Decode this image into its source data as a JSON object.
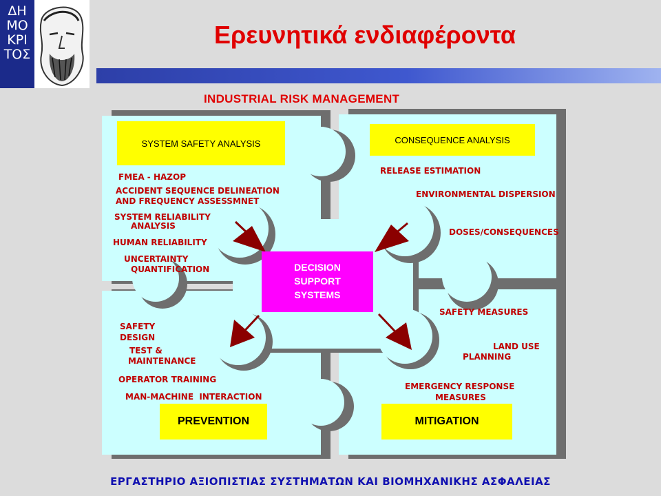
{
  "header": {
    "title": "Ερευνητικά ενδιαφέροντα",
    "logo_letters": [
      "ΔΗ",
      "ΜΟ",
      "ΚΡΙ",
      "ΤΟΣ"
    ]
  },
  "diagram": {
    "heading": "INDUSTRIAL RISK MANAGEMENT",
    "center": {
      "lines": [
        "DECISION",
        "SUPPORT",
        "SYSTEMS"
      ]
    },
    "system_safety": {
      "label": "SYSTEM SAFETY ANALYSIS",
      "items": [
        "FMEA - HAZOP",
        "ACCIDENT SEQUENCE DELINEATION",
        "AND FREQUENCY ASSESSMNET",
        "SYSTEM RELIABILITY",
        "ANALYSIS",
        "HUMAN RELIABILITY",
        "UNCERTAINTY",
        "QUANTIFICATION"
      ]
    },
    "consequence": {
      "label": "CONSEQUENCE ANALYSIS",
      "items": [
        "RELEASE ESTIMATION",
        "ENVIRONMENTAL DISPERSION",
        "DOSES/CONSEQUENCES"
      ]
    },
    "prevention": {
      "label": "PREVENTION",
      "items": [
        "SAFETY",
        "DESIGN",
        "TEST &",
        "MAINTENANCE",
        "OPERATOR TRAINING",
        "MAN-MACHINE  INTERACTION"
      ]
    },
    "mitigation": {
      "label": "MITIGATION",
      "items": [
        "SAFETY MEASURES",
        "LAND USE",
        "PLANNING",
        "EMERGENCY RESPONSE",
        "MEASURES"
      ]
    }
  },
  "footer": {
    "text": "ΕΡΓΑΣΤΗΡΙΟ ΑΞΙΟΠΙΣΤΙΑΣ ΣΥΣΤΗΜΑΤΩΝ ΚΑΙ ΒΙΟΜΗΧΑΝΙΚΗΣ ΑΣΦΑΛΕΙΑΣ"
  },
  "colors": {
    "piece": "#ccffff",
    "shadow": "#6e6e6e",
    "label_box": "#ffff00",
    "center_box": "#ff00ff",
    "arrow": "#8b0000",
    "item_text": "#c00000"
  }
}
